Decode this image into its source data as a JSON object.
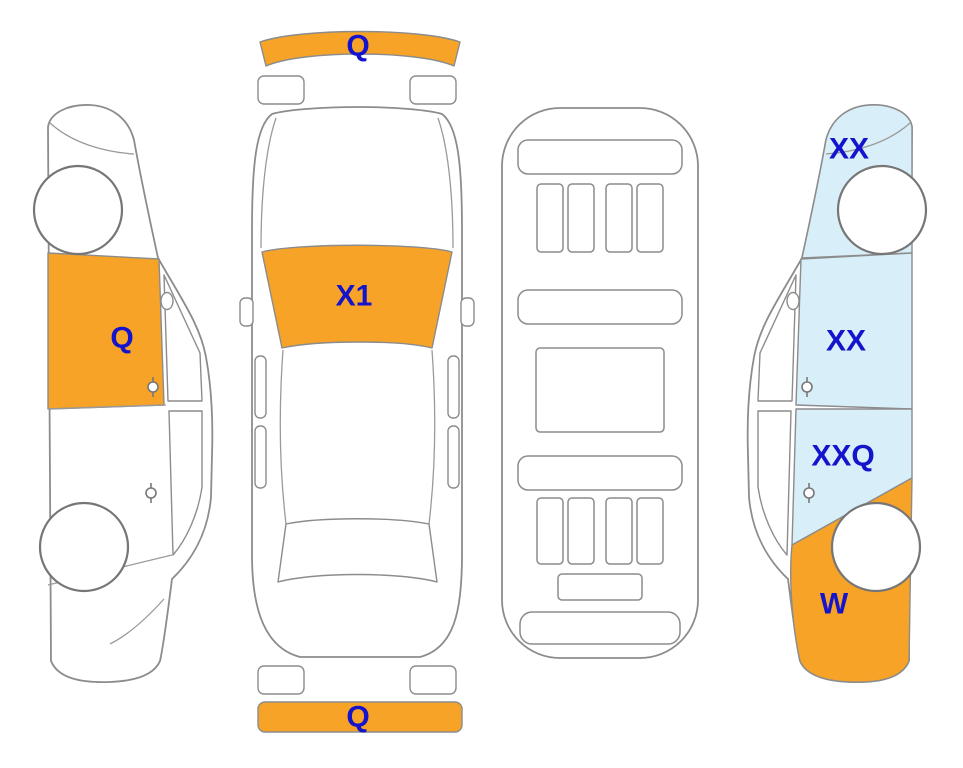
{
  "colors": {
    "background": "#FFFFFF",
    "damage_orange": "#F7A327",
    "damage_blue": "#D8EFF9",
    "label_blue": "#1414CC",
    "outline_gray": "#8C8C8C"
  },
  "views": {
    "left_side": {
      "name": "left-side-view",
      "labels": [
        {
          "code": "Q",
          "part": "front-door"
        }
      ]
    },
    "top": {
      "name": "top-view",
      "labels": [
        {
          "code": "Q",
          "part": "front-bumper"
        },
        {
          "code": "X1",
          "part": "windshield"
        },
        {
          "code": "Q",
          "part": "rear-bumper"
        }
      ]
    },
    "underside": {
      "name": "underside-view",
      "labels": []
    },
    "right_side": {
      "name": "right-side-view",
      "labels": [
        {
          "code": "XX",
          "part": "front-fender"
        },
        {
          "code": "XX",
          "part": "front-door"
        },
        {
          "code": "XXQ",
          "part": "rear-door"
        },
        {
          "code": "W",
          "part": "rear-quarter"
        }
      ]
    }
  }
}
